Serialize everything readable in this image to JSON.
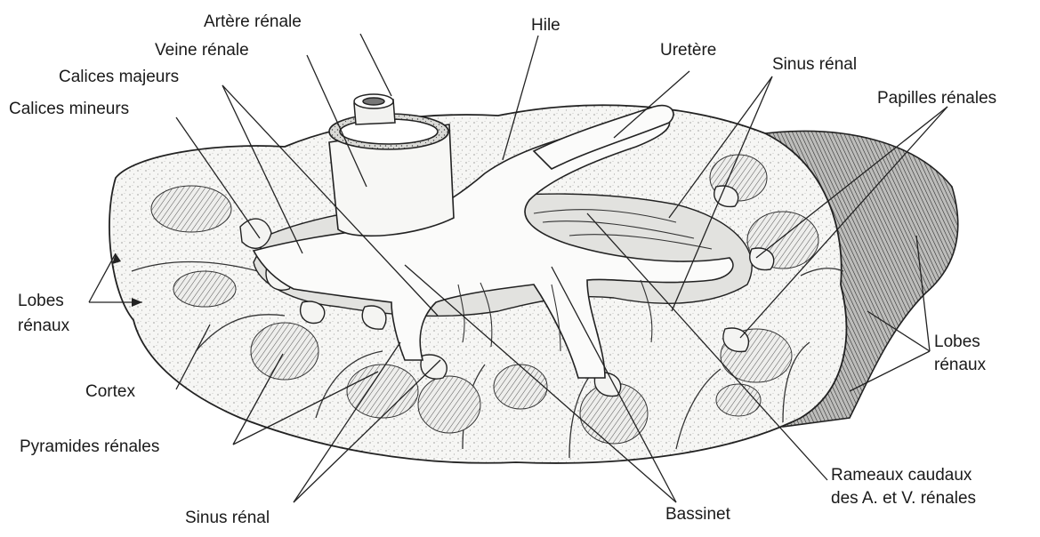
{
  "labels": {
    "artere_renale": "Artère rénale",
    "veine_renale": "Veine rénale",
    "hile": "Hile",
    "uretere": "Uretère",
    "calices_majeurs": "Calices majeurs",
    "calices_mineurs": "Calices mineurs",
    "sinus_renal_top": "Sinus rénal",
    "papilles_renales": "Papilles rénales",
    "lobes_renaux_left_1": "Lobes",
    "lobes_renaux_left_2": "rénaux",
    "lobes_renaux_right_1": "Lobes",
    "lobes_renaux_right_2": "rénaux",
    "cortex": "Cortex",
    "pyramides_renales": "Pyramides rénales",
    "sinus_renal_bottom": "Sinus rénal",
    "bassinet": "Bassinet",
    "rameaux_1": "Rameaux caudaux",
    "rameaux_2": "des A. et V. rénales"
  }
}
